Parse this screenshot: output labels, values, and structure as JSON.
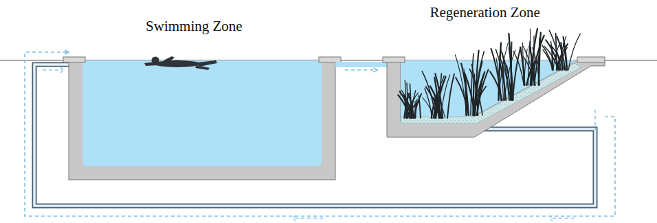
{
  "diagram": {
    "nodes": [
      {
        "text": [
          "Swimming Zone"
        ]
      },
      {
        "text": [
          "Regeneration Zone"
        ]
      }
    ],
    "edges": [
      {
        "from": 0,
        "to": 1,
        "arrow": "to"
      },
      {
        "from": 1,
        "to": 0,
        "arrow": "to"
      }
    ]
  }
}
